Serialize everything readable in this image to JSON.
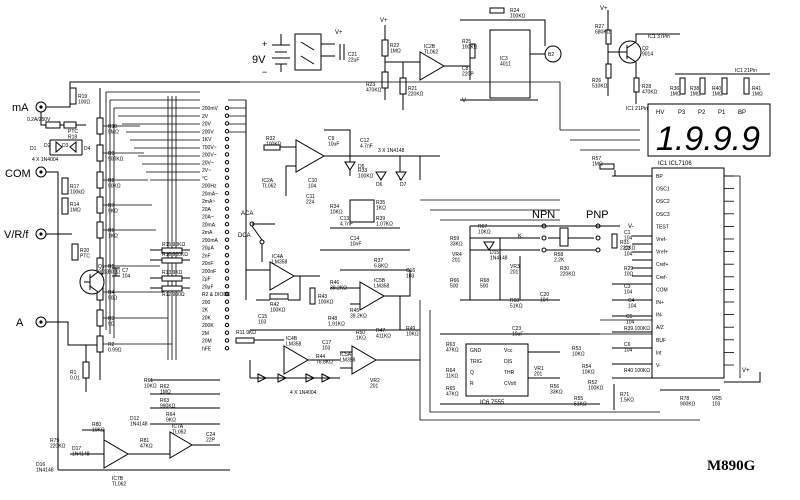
{
  "title": "M890G",
  "jacks": [
    {
      "label": "mA"
    },
    {
      "label": "COM"
    },
    {
      "label": "V/R/f"
    },
    {
      "label": "A"
    }
  ],
  "battery": {
    "label": "9V"
  },
  "lcd": {
    "annunciators": [
      "HV",
      "P3",
      "P2",
      "P1",
      "BP"
    ],
    "digits": "1.9.9.9"
  },
  "transistor_socket": {
    "npn": "NPN",
    "pnp": "PNP",
    "k": "K"
  },
  "range_labels": [
    "200mV",
    "2V",
    "20V",
    "200V",
    "1KV",
    "700V~",
    "200V~",
    "20V~",
    "2V~",
    "°C",
    "200Hz",
    "20mA~",
    "2mA~",
    "20A",
    "20A~",
    "20mA",
    "2mA",
    "200mA",
    "20μA",
    "2nF",
    "20nF",
    "200nF",
    "2μF",
    "20μF",
    "R2 & DIODE",
    "200",
    "2K",
    "20K",
    "200K",
    "2M",
    "20M",
    "hFE"
  ],
  "ic_labels": {
    "ic1": "IC1  ICL7106",
    "ic2a": "IC2A\nTL062",
    "ic2b": "IC2B\nTL062",
    "ic3": "IC3\n4011",
    "ic4a": "IC4A\nLM358",
    "ic4b": "IC4B\nLM358",
    "ic5a": "IC5A\nLM358",
    "ic5b": "IC5B\nLM358",
    "ic6": "IC6  7555",
    "ic7a": "IC7A\nTL062",
    "ic7b": "IC7B\nTL062"
  },
  "ic1_pins_left": [
    "BP",
    "OSC1",
    "OSC2",
    "OSC3",
    "TEST",
    "Vref-",
    "Vref+",
    "Cref+",
    "Cref-",
    "COM",
    "IN+",
    "IN-",
    "A/Z",
    "BUF",
    "Int",
    "V-"
  ],
  "ic6_pins": [
    "GND",
    "TRIG",
    "Q",
    "R",
    "Vcc",
    "DIS",
    "THR",
    "CVolt"
  ],
  "parts": {
    "r19": "R19\n100Ω",
    "fuse": "0.2A/250V",
    "ptc18": "PTC\nR18",
    "r10": "R10\n9MΩ",
    "r9": "R9\n900KΩ",
    "r8": "R8\n90KΩ",
    "r7": "R7\n9KΩ",
    "r6": "R6\n1KΩ",
    "r5": "R5\n900Ω",
    "r4": "R4\n90Ω",
    "r3": "R3\n9Ω",
    "r2": "R2\n0.99Ω",
    "r1": "R1\n0.01",
    "r17": "R17\n100kΩ",
    "r14": "R14\n1MΩ",
    "r20": "R20\nPTC",
    "q1": "Q1\n9013",
    "c7": "C7\n104",
    "diodes_in": "4 X 1N4004",
    "r22": "R22\n1MΩ",
    "r23": "R23\n470KΩ",
    "r21": "R21\n220KΩ",
    "r24": "R24\n100KΩ",
    "r25": "R25\n100KΩ",
    "c8": "C8\n220P",
    "c21": "C21\n22uF",
    "r27": "R27\n680KΩ",
    "r26": "R26\n510KΩ",
    "q2": "Q2\n9014",
    "r28": "R28\n470KΩ",
    "ic1_37": "IC1 37Pin",
    "ic1_21": "IC1 21Pin",
    "ic1_21b": "IC1 21Pin",
    "r36": "R36\n1MΩ",
    "r38": "R38\n1MΩ",
    "r40": "R40\n1MΩ",
    "r41": "R41\n1MΩ",
    "r32": "R32\n100KΩ",
    "c10": "C10\n104",
    "c9": "C9\n10uF",
    "c11": "C11\n224",
    "c12": "C12\n4.7nF",
    "d_triple": "3 X 1N4148",
    "r33": "R33\n100KΩ",
    "r34": "R34\n10KΩ",
    "c13": "C13\n4.7nF",
    "r35": "R35\n1KΩ",
    "r39": "R39\n1.07KΩ",
    "c14": "C14\n10nF",
    "r37": "R37\n6.8KΩ",
    "r57": "R57\n1MΩ",
    "r43": "R43\n100KΩ",
    "r42": "R42\n100KΩ",
    "r45": "R45\n39.2KΩ",
    "r46": "R46\n39.2KΩ",
    "r48": "R48\n1.91KΩ",
    "r47": "R47\n411KΩ",
    "r49": "R49\n10KΩ",
    "c15": "C15\n103",
    "c16": "C16\n103",
    "c17": "C17\n103",
    "r44": "R44\n76.8KΩ",
    "r11": "R11  9KΩ",
    "r50": "R50\n1KΩ",
    "vr2": "VR2\n201",
    "diodes_bridge": "4 X 1N4004",
    "r61": "R61\n10KΩ",
    "r62": "R62\n1MΩ",
    "r63": "R63\n990KΩ",
    "r64": "R64\n9KΩ",
    "d12": "D12\n1N4148",
    "r12": "R12 900Ω",
    "r13": "R13 9KΩ",
    "r15": "R15 90KΩ",
    "r16": "R16 900KΩ",
    "r79": "R79\n220KΩ",
    "d17": "D17\n1N4148",
    "d16": "D16\n1N4148",
    "r80": "R80\n10KΩ",
    "r81": "R81\n47KΩ",
    "c24": "C24\n22P",
    "r59": "R59\n33KΩ",
    "r60": "R60\n51KΩ",
    "vr4": "VR4\n201",
    "vr3": "VR3\n201",
    "r58": "R58\n2.2K",
    "c20": "C20\n104",
    "r31": "R31\n220KΩ",
    "r30": "R30\n220KΩ",
    "r66": "R66\n500",
    "r67": "R67\n10KΩ",
    "r68": "R68\n500",
    "d15": "D15\n1N4148",
    "r29": "R29\n10Ω",
    "c1": "C1\n104",
    "c2": "C2\n104",
    "c3": "C3\n104",
    "c4": "C4\n104",
    "c5": "C5\n104",
    "r39b": "R39 100KΩ",
    "r40b": "R40 100KΩ",
    "c6": "C6\n104",
    "r63b": "R63\n47KΩ",
    "r64b": "R64\n11KΩ",
    "r65": "R65\n47KΩ",
    "c23": "C23\n10uF",
    "r53": "R53\n10KΩ",
    "r54": "R54\n10KΩ",
    "vr1": "VR1\n201",
    "r56": "R56\n33KΩ",
    "r55": "R55\n51KΩ",
    "r52": "R52\n100KΩ",
    "r78": "R78\n900KΩ",
    "vr5": "VR5\n103",
    "r71": "R71\n1.5KΩ",
    "aca": "ACA",
    "dca": "DCA"
  },
  "supply": {
    "vplus": "V+",
    "vminus": "V-"
  }
}
